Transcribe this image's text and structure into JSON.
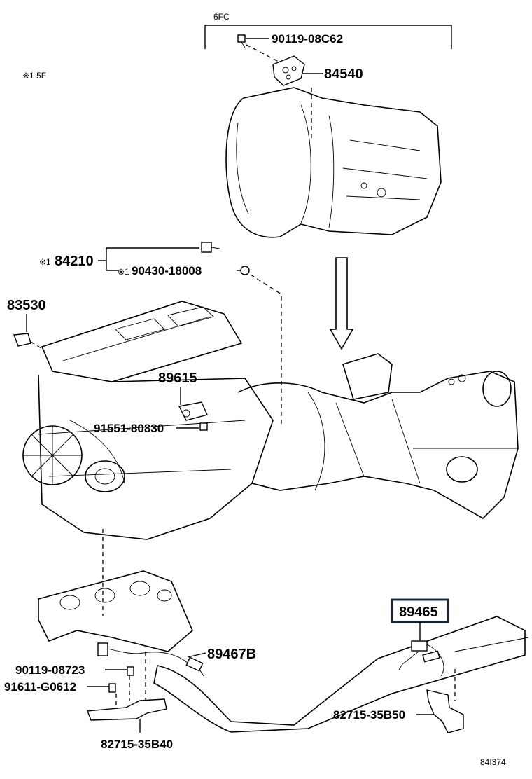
{
  "header": {
    "variant_code": "6FC",
    "note": "※1 5F"
  },
  "parts": {
    "p90119_08C62": "90119-08C62",
    "p84540": "84540",
    "p84210": "84210",
    "p84210_mark": "※1",
    "p90430_18008": "90430-18008",
    "p90430_mark": "※1",
    "p83530": "83530",
    "p89615": "89615",
    "p91551_80830": "91551-80830",
    "p89465": "89465",
    "p89467B": "89467B",
    "p90119_08723": "90119-08723",
    "p91611_G0612": "91611-G0612",
    "p82715_35B50": "82715-35B50",
    "p82715_35B40": "82715-35B40"
  },
  "footer": {
    "diagram_id": "84I374"
  },
  "icons": {
    "transmission": "transmission-icon",
    "engine": "engine-icon",
    "exhaust_manifold": "exhaust-manifold-icon",
    "exhaust_pipe": "exhaust-pipe-icon",
    "sensor": "sensor-icon",
    "bolt": "bolt-icon",
    "bracket": "bracket-icon",
    "arrow_down": "arrow-down-icon"
  }
}
